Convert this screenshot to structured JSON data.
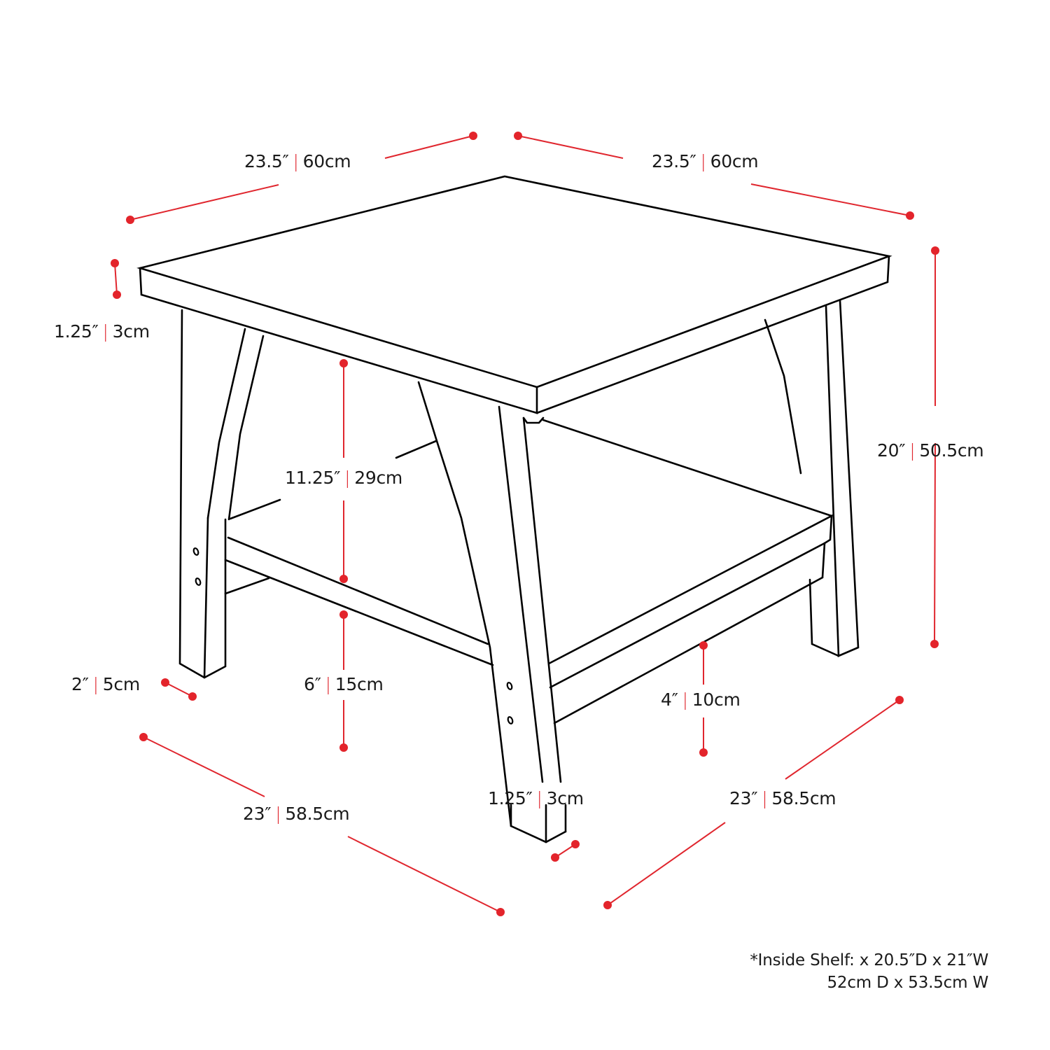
{
  "diagram": {
    "subject": "end-table-dimensions",
    "colors": {
      "line": "#000000",
      "dimension": "#e0262e",
      "background": "#ffffff"
    }
  },
  "dimensions": {
    "top_left_width": {
      "imperial": "23.5″",
      "metric": "60cm"
    },
    "top_right_depth": {
      "imperial": "23.5″",
      "metric": "60cm"
    },
    "top_thickness": {
      "imperial": "1.25″",
      "metric": "3cm"
    },
    "total_height": {
      "imperial": "20″",
      "metric": "50.5cm"
    },
    "shelf_clearance": {
      "imperial": "11.25″",
      "metric": "29cm"
    },
    "leg_width": {
      "imperial": "2″",
      "metric": "5cm"
    },
    "shelf_height": {
      "imperial": "6″",
      "metric": "15cm"
    },
    "shelf_apron": {
      "imperial": "4″",
      "metric": "10cm"
    },
    "leg_thickness": {
      "imperial": "1.25″",
      "metric": "3cm"
    },
    "base_left_width": {
      "imperial": "23″",
      "metric": "58.5cm"
    },
    "base_right_depth": {
      "imperial": "23″",
      "metric": "58.5cm"
    },
    "separator": "|"
  },
  "note": {
    "line1": "*Inside Shelf: x 20.5″D x 21″W",
    "line2": "52cm D x 53.5cm W"
  }
}
